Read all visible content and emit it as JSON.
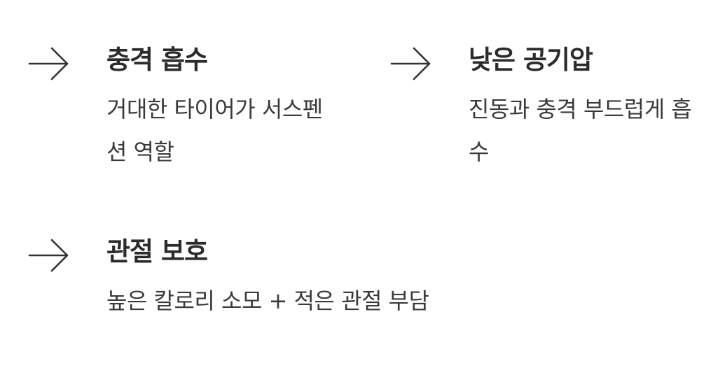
{
  "arrow_icon": "arrow-right-icon",
  "features": [
    {
      "title": "충격 흡수",
      "description": "거대한 타이어가 서스펜션 역할"
    },
    {
      "title": "낮은 공기압",
      "description": "진동과 충격 부드럽게 흡수"
    },
    {
      "title": "관절 보호",
      "description": "높은 칼로리 소모 + 적은 관절 부담"
    }
  ],
  "colors": {
    "text": "#333333",
    "background": "#ffffff"
  }
}
